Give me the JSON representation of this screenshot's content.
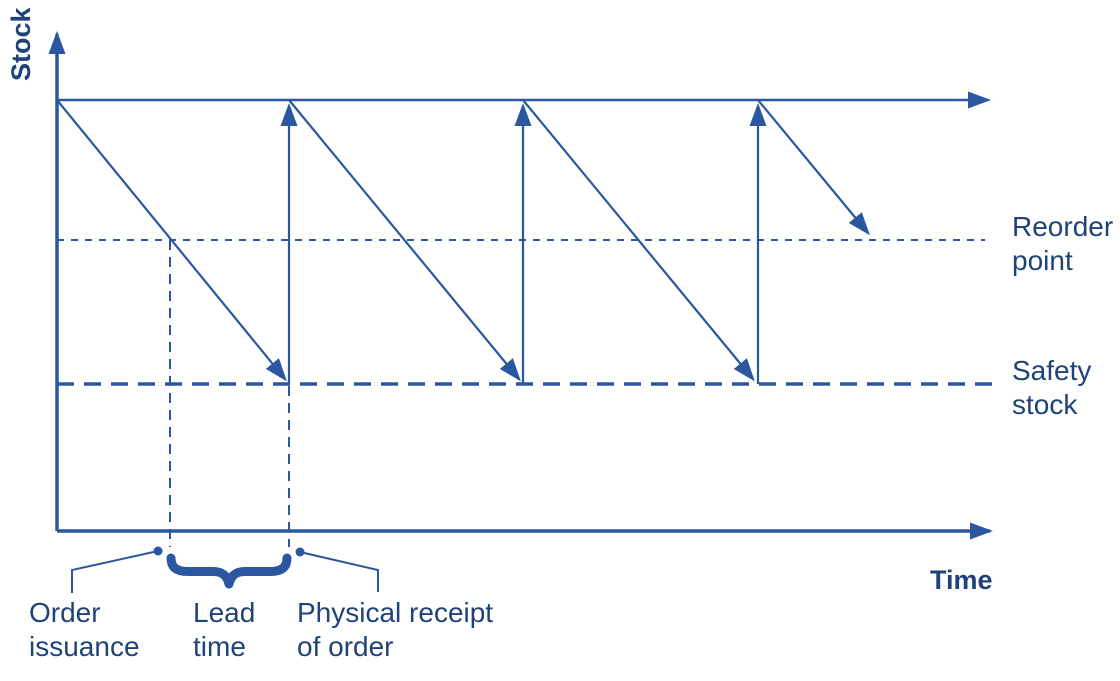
{
  "colors": {
    "line": "#2A579F",
    "text": "#1F4278",
    "brace": "#2A579F"
  },
  "labels": {
    "stock": "Stock",
    "time": "Time",
    "reorder": [
      "Reorder",
      "point"
    ],
    "safety": [
      "Safety",
      "stock"
    ],
    "order_issuance": [
      "Order",
      "issuance"
    ],
    "lead_time": [
      "Lead",
      "time"
    ],
    "physical_receipt": [
      "Physical receipt",
      "of order"
    ]
  },
  "diagram": {
    "type": "inventory-sawtooth",
    "replenishment_cycles": 4,
    "level_lines": [
      "reorder point (dotted)",
      "safety stock (heavy dashed)"
    ]
  }
}
